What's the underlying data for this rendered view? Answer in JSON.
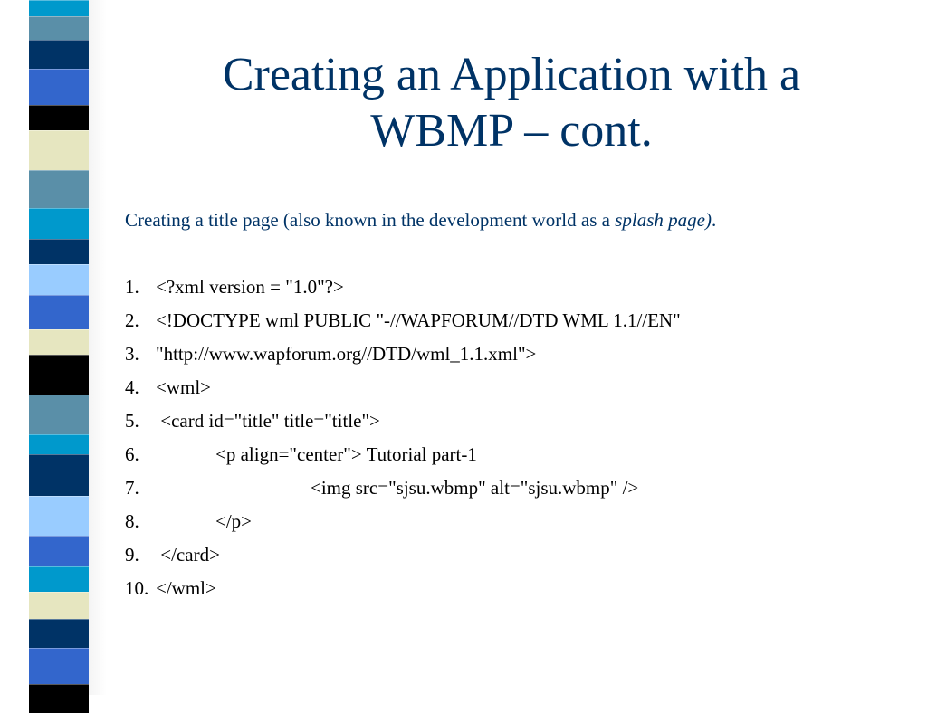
{
  "slide": {
    "title_line1": "Creating an Application with a",
    "title_line2": "WBMP – cont.",
    "intro_text": "Creating a title page (also known in the development world as a ",
    "intro_emphasis": "splash page)",
    "intro_end": "."
  },
  "code_lines": [
    {
      "num": "1.",
      "text": "<?xml version = \"1.0\"?>",
      "indent": 0
    },
    {
      "num": "2.",
      "text": "<!DOCTYPE wml PUBLIC \"-//WAPFORUM//DTD WML 1.1//EN\"",
      "indent": 0
    },
    {
      "num": "3.",
      "text": "\"http://www.wapforum.org//DTD/wml_1.1.xml\">",
      "indent": 0
    },
    {
      "num": "4.",
      "text": "<wml>",
      "indent": 0
    },
    {
      "num": "5.",
      "text": " <card id=\"title\" title=\"title\">",
      "indent": 0
    },
    {
      "num": "6.",
      "text": "<p align=\"center\"> Tutorial part-1",
      "indent": 1
    },
    {
      "num": "7.",
      "text": "<img src=\"sjsu.wbmp\" alt=\"sjsu.wbmp\" />",
      "indent": 2
    },
    {
      "num": "8.",
      "text": "</p>",
      "indent": 1
    },
    {
      "num": "9.",
      "text": " </card>",
      "indent": 0
    },
    {
      "num": "10.",
      "text": "</wml>",
      "indent": 0
    }
  ],
  "theme": {
    "title_color": "#003366",
    "body_color": "#000000",
    "stripe_colors": [
      "#3366cc",
      "#0099cc",
      "#003366",
      "#5a8fa8",
      "#000000",
      "#e6e6c0",
      "#99ccff"
    ]
  }
}
